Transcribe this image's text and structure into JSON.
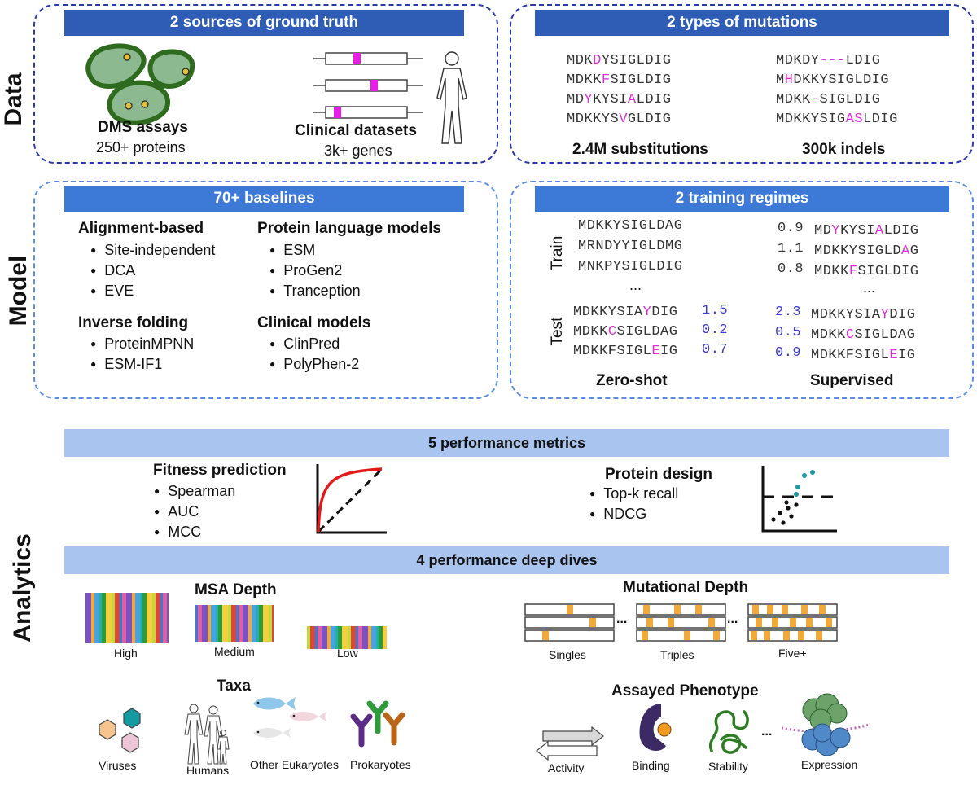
{
  "side_labels": {
    "data": "Data",
    "model": "Model",
    "analytics": "Analytics"
  },
  "ground_truth": {
    "header": "2 sources of ground truth",
    "dms_title": "DMS assays",
    "dms_sub": "250+ proteins",
    "clinical_title": "Clinical datasets",
    "clinical_sub": "3k+ genes"
  },
  "mutations": {
    "header": "2 types of mutations",
    "subs_label": "2.4M substitutions",
    "indels_label": "300k indels"
  },
  "baselines": {
    "header": "70+ baselines",
    "groups": [
      {
        "title": "Alignment-based",
        "items": [
          "Site-independent",
          "DCA",
          "EVE"
        ]
      },
      {
        "title": "Protein language models",
        "items": [
          "ESM",
          "ProGen2",
          "Tranception"
        ]
      },
      {
        "title": "Inverse folding",
        "items": [
          "ProteinMPNN",
          "ESM-IF1"
        ]
      },
      {
        "title": "Clinical models",
        "items": [
          "ClinPred",
          "PolyPhen-2"
        ]
      }
    ]
  },
  "regimes": {
    "header": "2 training regimes",
    "train_label": "Train",
    "test_label": "Test",
    "zero_shot": "Zero-shot",
    "supervised": "Supervised",
    "zs_train": [
      "MDKKYSIGLDAG",
      "MRNDYYIGLDMG",
      "MNKPYSIGLDIG"
    ],
    "zs_test_scores": [
      "1.5",
      "0.2",
      "0.7"
    ],
    "sup_train_scores": [
      "0.9",
      "1.1",
      "0.8"
    ],
    "sup_test_scores": [
      "2.3",
      "0.5",
      "0.9"
    ],
    "ellipsis": "..."
  },
  "metrics": {
    "header": "5 performance metrics",
    "fitness_title": "Fitness prediction",
    "fitness_items": [
      "Spearman",
      "AUC",
      "MCC"
    ],
    "design_title": "Protein design",
    "design_items": [
      "Top-k recall",
      "NDCG"
    ]
  },
  "deep_dives": {
    "header": "4 performance deep dives",
    "msa_title": "MSA Depth",
    "msa_levels": [
      "High",
      "Medium",
      "Low"
    ],
    "mut_title": "Mutational Depth",
    "mut_levels": [
      "Singles",
      "Triples",
      "Five+"
    ],
    "taxa_title": "Taxa",
    "taxa": [
      "Viruses",
      "Humans",
      "Other Eukaryotes",
      "Prokaryotes"
    ],
    "pheno_title": "Assayed Phenotype",
    "phenotypes": [
      "Activity",
      "Binding",
      "Stability",
      "Expression"
    ],
    "dots": "..."
  },
  "colors": {
    "accent_magenta": "#d92ed8",
    "score_blue": "#3a3ad0",
    "orange": "#f2a93b",
    "teal": "#1b9aa6"
  }
}
